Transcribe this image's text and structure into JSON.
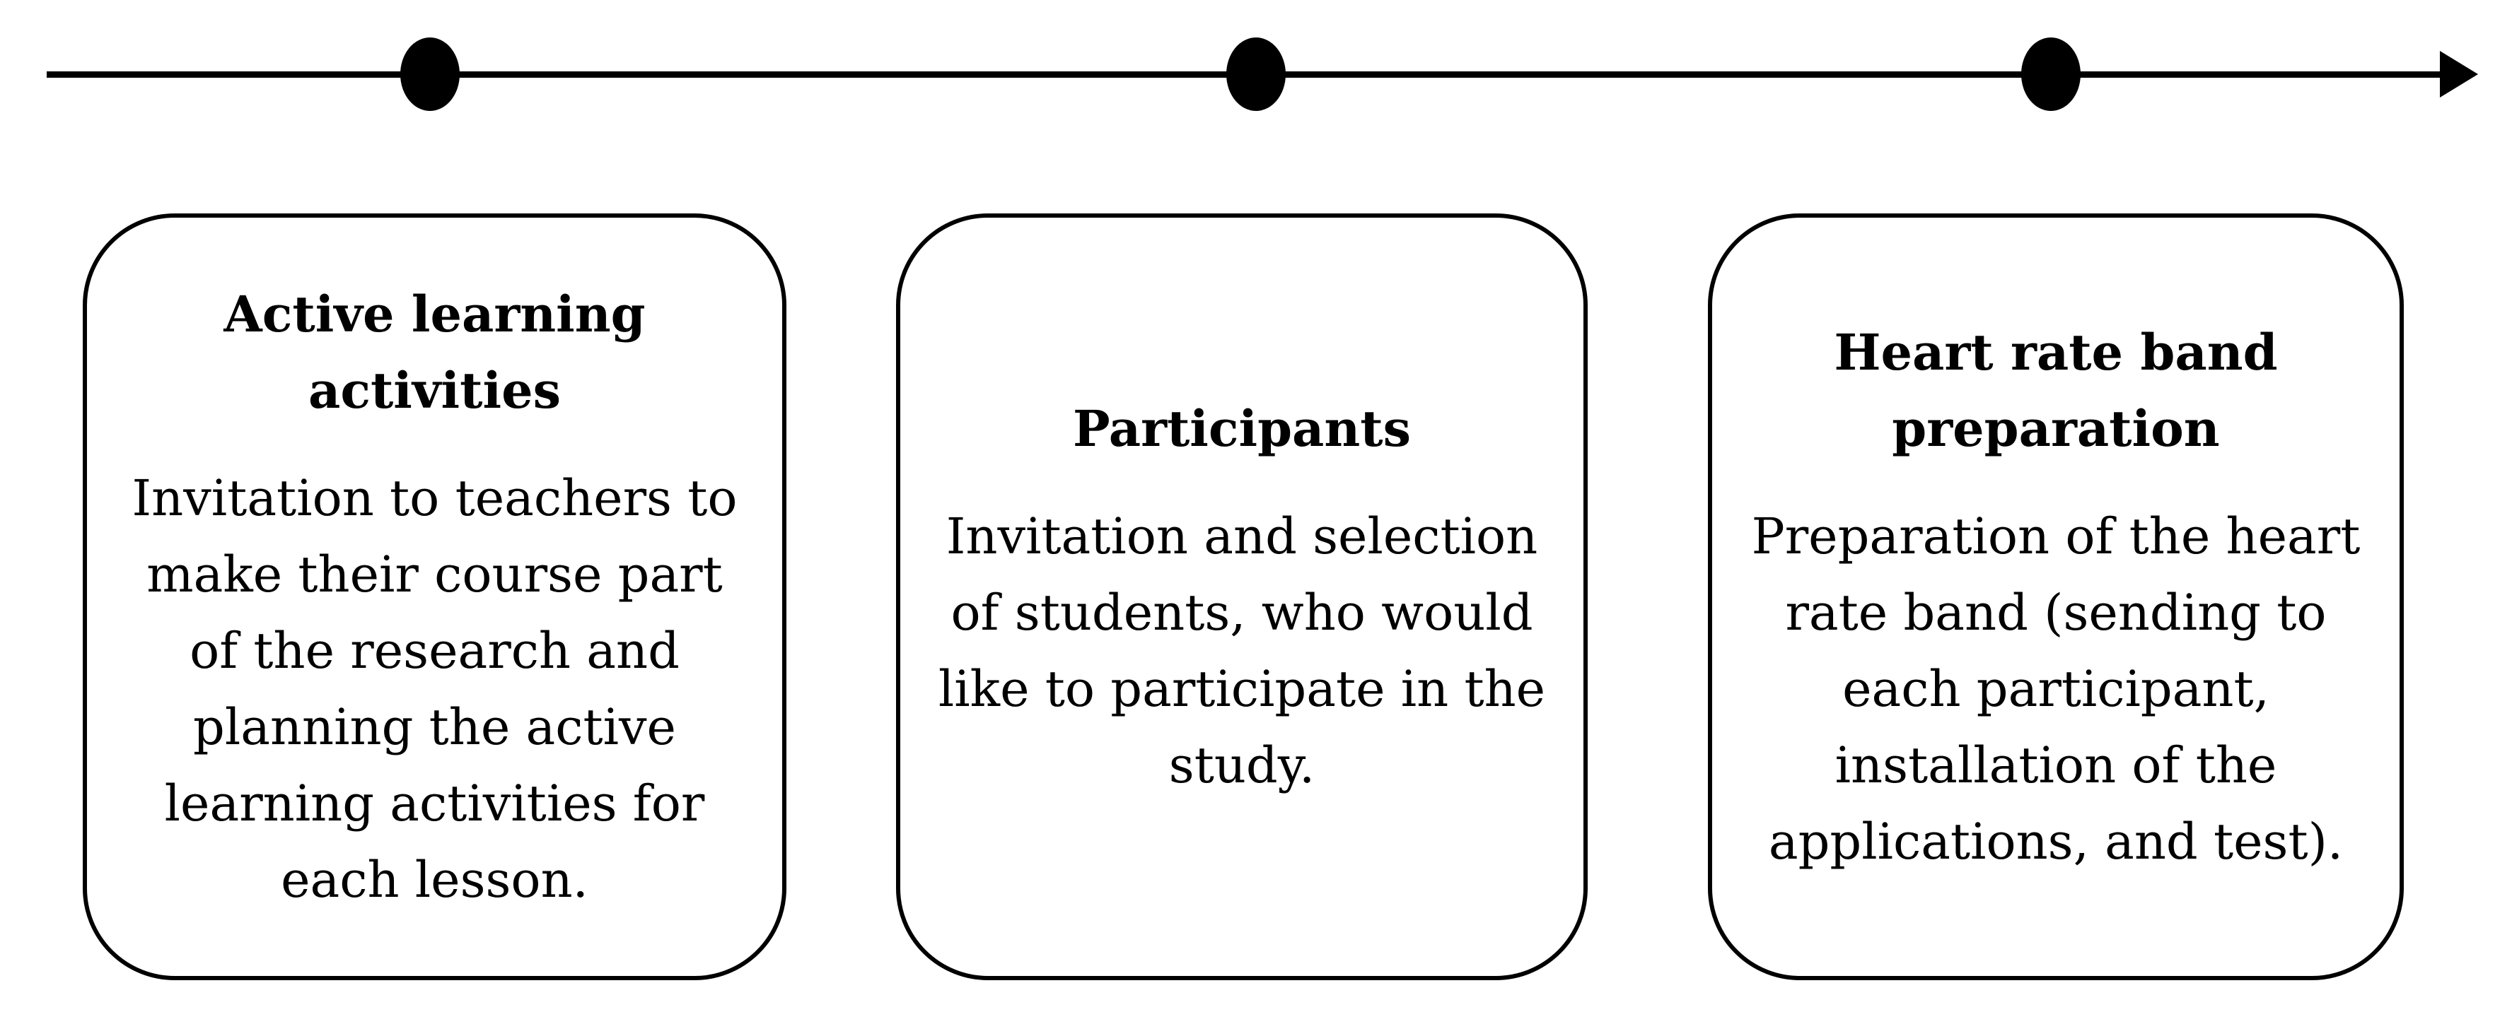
{
  "colors": {
    "ink": "#000000",
    "background": "#ffffff"
  },
  "timeline": {
    "dot_count": 3,
    "arrow_direction": "right"
  },
  "steps": [
    {
      "title": "Active learning\nactivities",
      "body": "Invitation to teachers to\nmake their course part\nof the research and\nplanning the active\nlearning activities for\neach lesson."
    },
    {
      "title": "Participants",
      "body": "Invitation and selection\nof students, who would\nlike to participate in the\nstudy."
    },
    {
      "title": "Heart rate band\npreparation",
      "body": "Preparation of the heart\nrate band (sending to\neach participant,\ninstallation of the\napplications, and test)."
    }
  ]
}
